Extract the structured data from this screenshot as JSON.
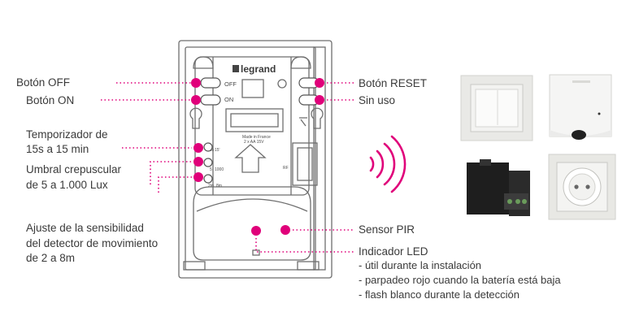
{
  "colors": {
    "accent": "#e0007a",
    "line": "#6a6a6a",
    "device": "#ffffff",
    "device_stroke": "#6e6e6e"
  },
  "device": {
    "brand": "legrand",
    "off_label": "OFF",
    "on_label": "ON",
    "made_in": "Made in France",
    "battery": "2 x AA 15V",
    "rf_label": "RF",
    "timer_ticks": [
      "15s",
      "15'"
    ],
    "lux_ticks": [
      "5",
      "1000"
    ],
    "range_ticks": [
      "2m",
      "8m"
    ]
  },
  "labels": {
    "boton_off": "Botón OFF",
    "boton_on": "Botón ON",
    "temporizador_1": "Temporizador de",
    "temporizador_2": "15s a 15 min",
    "umbral_1": "Umbral crepuscular",
    "umbral_2": "de 5 a 1.000 Lux",
    "ajuste_1": "Ajuste de la sensibilidad",
    "ajuste_2": "del detector de movimiento",
    "ajuste_3": "de 2 a 8m",
    "boton_reset": "Botón RESET",
    "sin_uso": "Sin uso",
    "sensor_pir": "Sensor PIR",
    "indicador_led": "Indicador LED",
    "led_items": [
      "- útil durante la instalación",
      "- parpadeo rojo cuando la batería está baja",
      "- flash blanco durante la detección"
    ]
  },
  "products": [
    "wall-switch",
    "motion-sensor",
    "micro-module",
    "socket-outlet"
  ]
}
